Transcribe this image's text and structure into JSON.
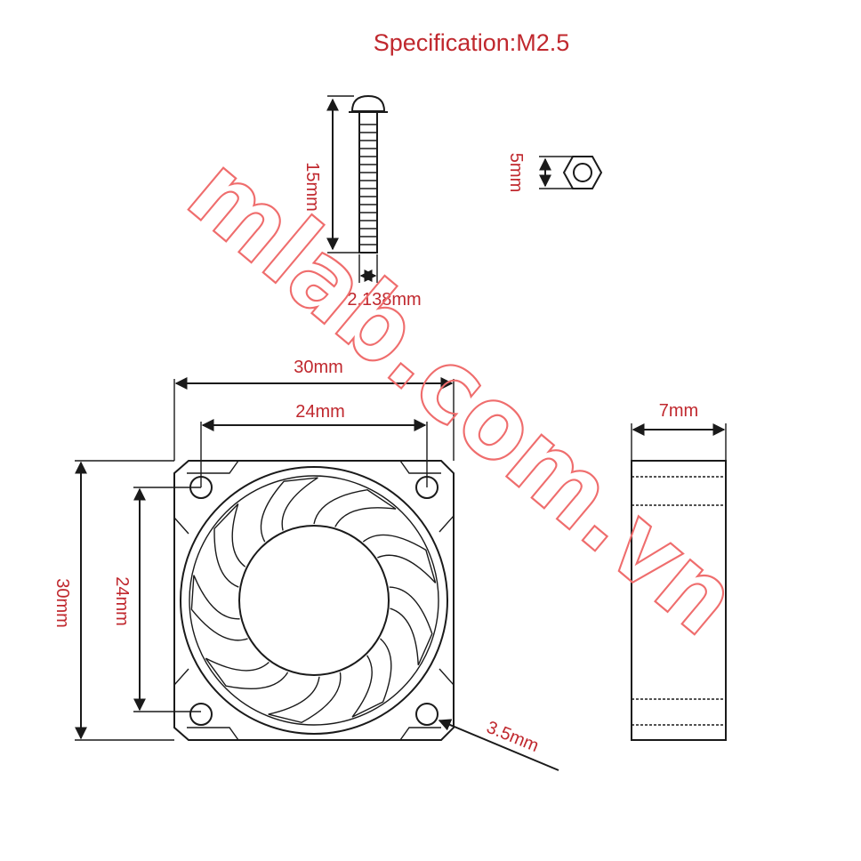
{
  "title": "Specification:M2.5",
  "watermark": "mlab.com.vn",
  "screw": {
    "length_label": "15mm",
    "diameter_label": "2.138mm"
  },
  "nut": {
    "size_label": "5mm"
  },
  "fan": {
    "outer_width_label": "30mm",
    "hole_spacing_x_label": "24mm",
    "outer_height_label": "30mm",
    "hole_spacing_y_label": "24mm",
    "hole_label": "3.5mm",
    "thickness_label": "7mm"
  },
  "colors": {
    "label": "#c0282e",
    "line": "#1a1a1a",
    "watermark": "#ef6d6d"
  }
}
